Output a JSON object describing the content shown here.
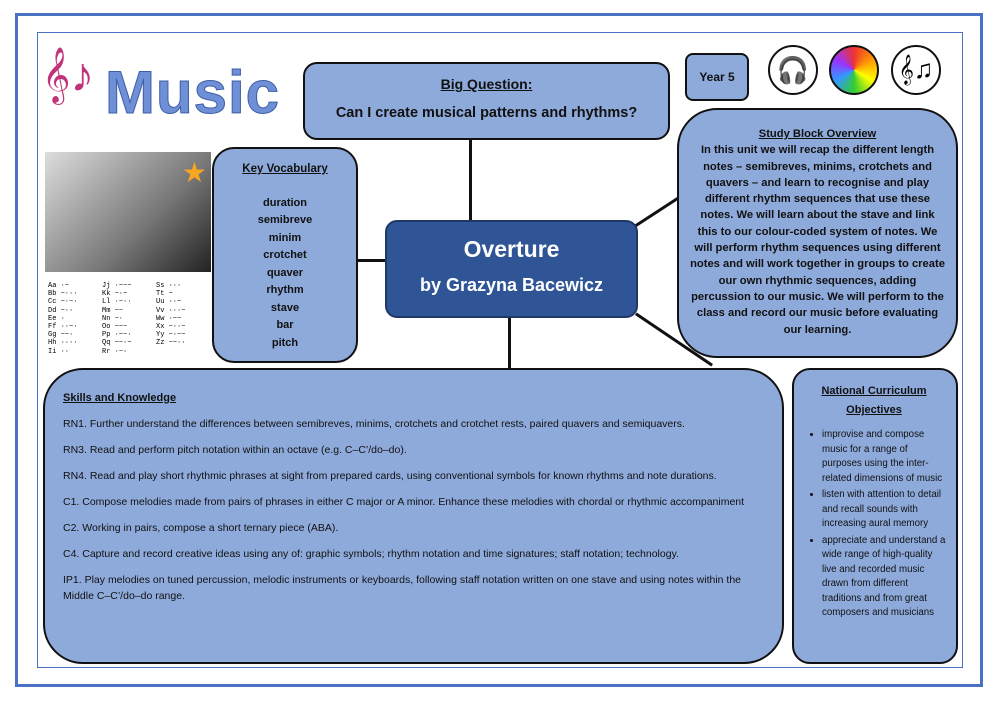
{
  "header": {
    "title": "Music",
    "year": "Year 5"
  },
  "icons": [
    "headphones-icon",
    "rainbow-xylophone-icon",
    "music-stave-icon"
  ],
  "big_question": {
    "label": "Big Question:",
    "text": "Can I create musical patterns and rhythms?"
  },
  "key_vocabulary": {
    "title": "Key Vocabulary",
    "items": [
      "duration",
      "semibreve",
      "minim",
      "crotchet",
      "quaver",
      "rhythm",
      "stave",
      "bar",
      "pitch"
    ]
  },
  "center": {
    "title": "Overture",
    "subtitle": "by Grazyna Bacewicz"
  },
  "study_block": {
    "title": "Study Block Overview",
    "text": "In this unit we will recap the different length notes – semibreves, minims, crotchets and quavers – and learn to recognise and play different rhythm sequences that use these notes. We will learn about the stave and link this to our colour-coded system of notes. We will perform rhythm sequences using different notes and will work together in groups to create our own rhythmic sequences, adding percussion to our music. We will perform to the class and record our music before evaluating our learning."
  },
  "skills": {
    "title": "Skills and Knowledge",
    "items": [
      "RN1. Further understand the differences between semibreves, minims, crotchets and crotchet rests, paired quavers and semiquavers.",
      "RN3. Read and perform pitch notation within an octave (e.g. C–C’/do–do).",
      "RN4. Read and play short rhythmic phrases at sight from prepared cards, using conventional symbols for known rhythms and note durations.",
      "C1. Compose melodies made from pairs of phrases in either C major or A minor. Enhance these melodies with chordal or rhythmic accompaniment",
      "C2. Working in pairs, compose a short ternary piece (ABA).",
      "C4. Capture and record creative ideas using any of: graphic symbols; rhythm notation and time signatures; staff notation; technology.",
      "IP1. Play melodies on tuned percussion, melodic instruments or keyboards, following staff notation written on one stave and using notes within the Middle C–C’/do–do range."
    ]
  },
  "national_curriculum": {
    "title": "National Curriculum Objectives",
    "items": [
      "improvise and compose music for a range of purposes using the inter-related dimensions of music",
      "listen with attention to detail and recall sounds with increasing aural memory",
      "appreciate and understand a wide range of high-quality live and recorded music drawn from different traditions and from great composers and musicians"
    ]
  },
  "morse": [
    "Aa ·−",
    "Bb −···",
    "Cc −·−·",
    "Dd −··",
    "Ee ·",
    "Ff ··−·",
    "Gg −−·",
    "Hh ····",
    "Ii ··",
    "Jj ·−−−",
    "Kk −·−",
    "Ll ·−··",
    "Mm −−",
    "Nn −·",
    "Oo −−−",
    "Pp ·−−·",
    "Qq −−·−",
    "Rr ·−·",
    "Ss ···",
    "Tt −",
    "Uu ··−",
    "Vv ···−",
    "Ww ·−−",
    "Xx −··−",
    "Yy −·−−",
    "Zz −−··"
  ]
}
